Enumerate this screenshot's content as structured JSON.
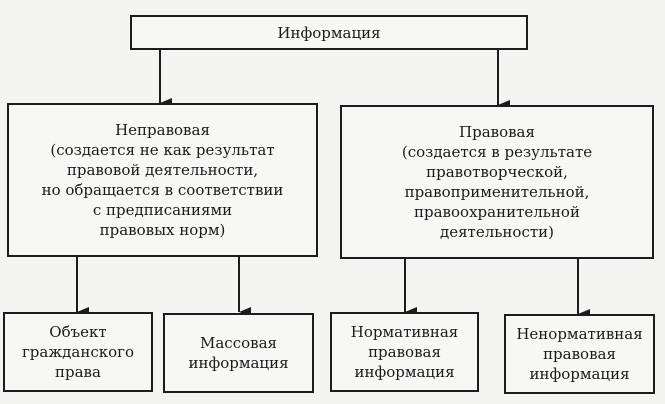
{
  "root": {
    "label": "Информация"
  },
  "branches": [
    {
      "label": "Неправовая\n(создается не как результат\nправовой деятельности,\nно обращается в соответствии\nс предписаниями\nправовых норм)",
      "children": [
        {
          "label": "Объект\nгражданского\nправа"
        },
        {
          "label": "Массовая\nинформация"
        }
      ]
    },
    {
      "label": "Правовая\n(создается в результате\nправотворческой,\nправоприменительной,\nправоохранительной\nдеятельности)",
      "children": [
        {
          "label": "Нормативная\nправовая\nинформация"
        },
        {
          "label": "Ненормативная\nправовая\nинформация"
        }
      ]
    }
  ]
}
